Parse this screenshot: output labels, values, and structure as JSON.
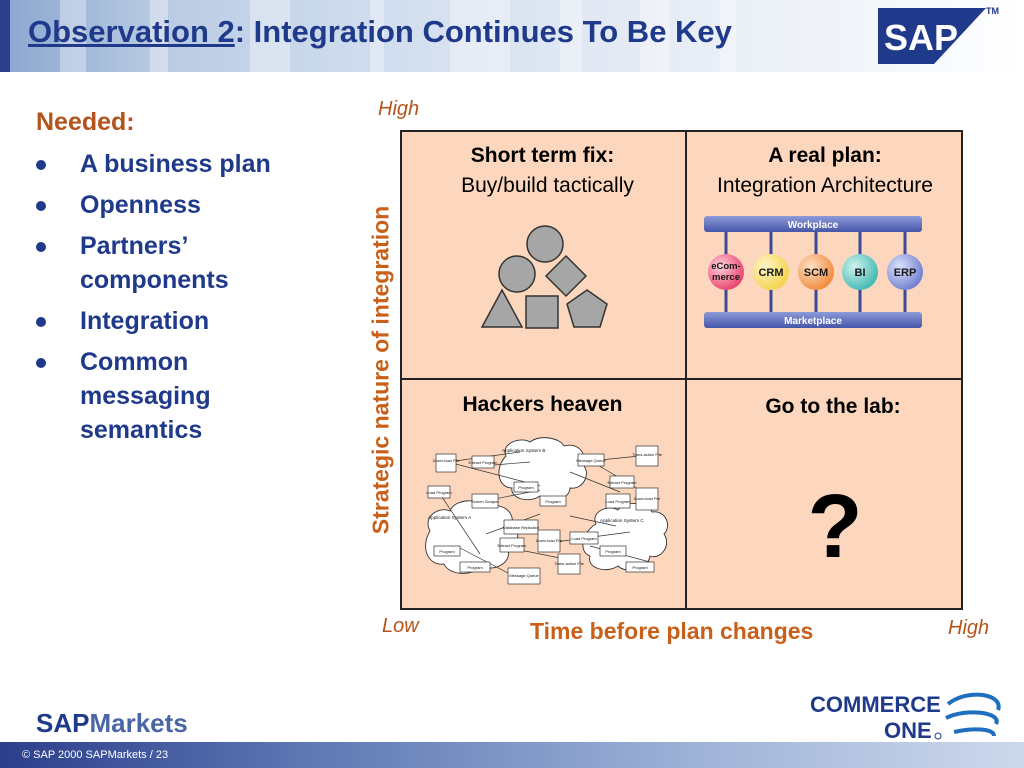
{
  "header": {
    "title_underlined": "Observation 2",
    "title_rest": ": Integration Continues To Be Key",
    "logo_text": "SAP",
    "trademark": "TM"
  },
  "left_panel": {
    "heading": "Needed:",
    "bullets": [
      "A business plan",
      "Openness",
      "Partners’ components",
      "Integration",
      "Common messaging semantics"
    ]
  },
  "matrix": {
    "y_axis_label": "Strategic nature of integration",
    "y_high": "High",
    "x_axis_label": "Time before plan changes",
    "x_low": "Low",
    "x_high": "High",
    "quadrants": {
      "top_left": {
        "title": "Short term fix:",
        "subtitle": "Buy/build tactically"
      },
      "top_right": {
        "title": "A real plan:",
        "subtitle": "Integration Architecture",
        "bus_top": "Workplace",
        "bus_bottom": "Marketplace",
        "components": [
          {
            "label": "eCom-\nmerce",
            "color": "#e8416a"
          },
          {
            "label": "CRM",
            "color": "#f3d34a"
          },
          {
            "label": "SCM",
            "color": "#f08a3c"
          },
          {
            "label": "BI",
            "color": "#3fb8b0"
          },
          {
            "label": "ERP",
            "color": "#6f7fd0"
          }
        ]
      },
      "bottom_left": {
        "title": "Hackers heaven",
        "diagram_labels": {
          "app_a": "Application System A",
          "app_b": "Application System B",
          "app_c": "Application System C",
          "download_file": "Down-load File",
          "extract_program": "Extract Program",
          "load_program": "Load Program",
          "program": "Program",
          "message_queue": "Message Queue",
          "transaction_file": "Trans-action File",
          "screen_scraper": "Screen Scraper",
          "database_replicator": "Database Replicator"
        }
      },
      "bottom_right": {
        "title": "Go to the lab:",
        "mark": "?"
      }
    }
  },
  "footer": {
    "copyright": "©  SAP 2000  SAPMarkets   / 23",
    "sapmarkets_sap": "SAP",
    "sapmarkets_rest": "Markets",
    "partner_line1": "COMMERCE",
    "partner_line2": "ONE"
  },
  "colors": {
    "title_blue": "#1f3a8a",
    "accent_orange": "#c8601a",
    "quadrant_fill": "#fdd7bd"
  }
}
